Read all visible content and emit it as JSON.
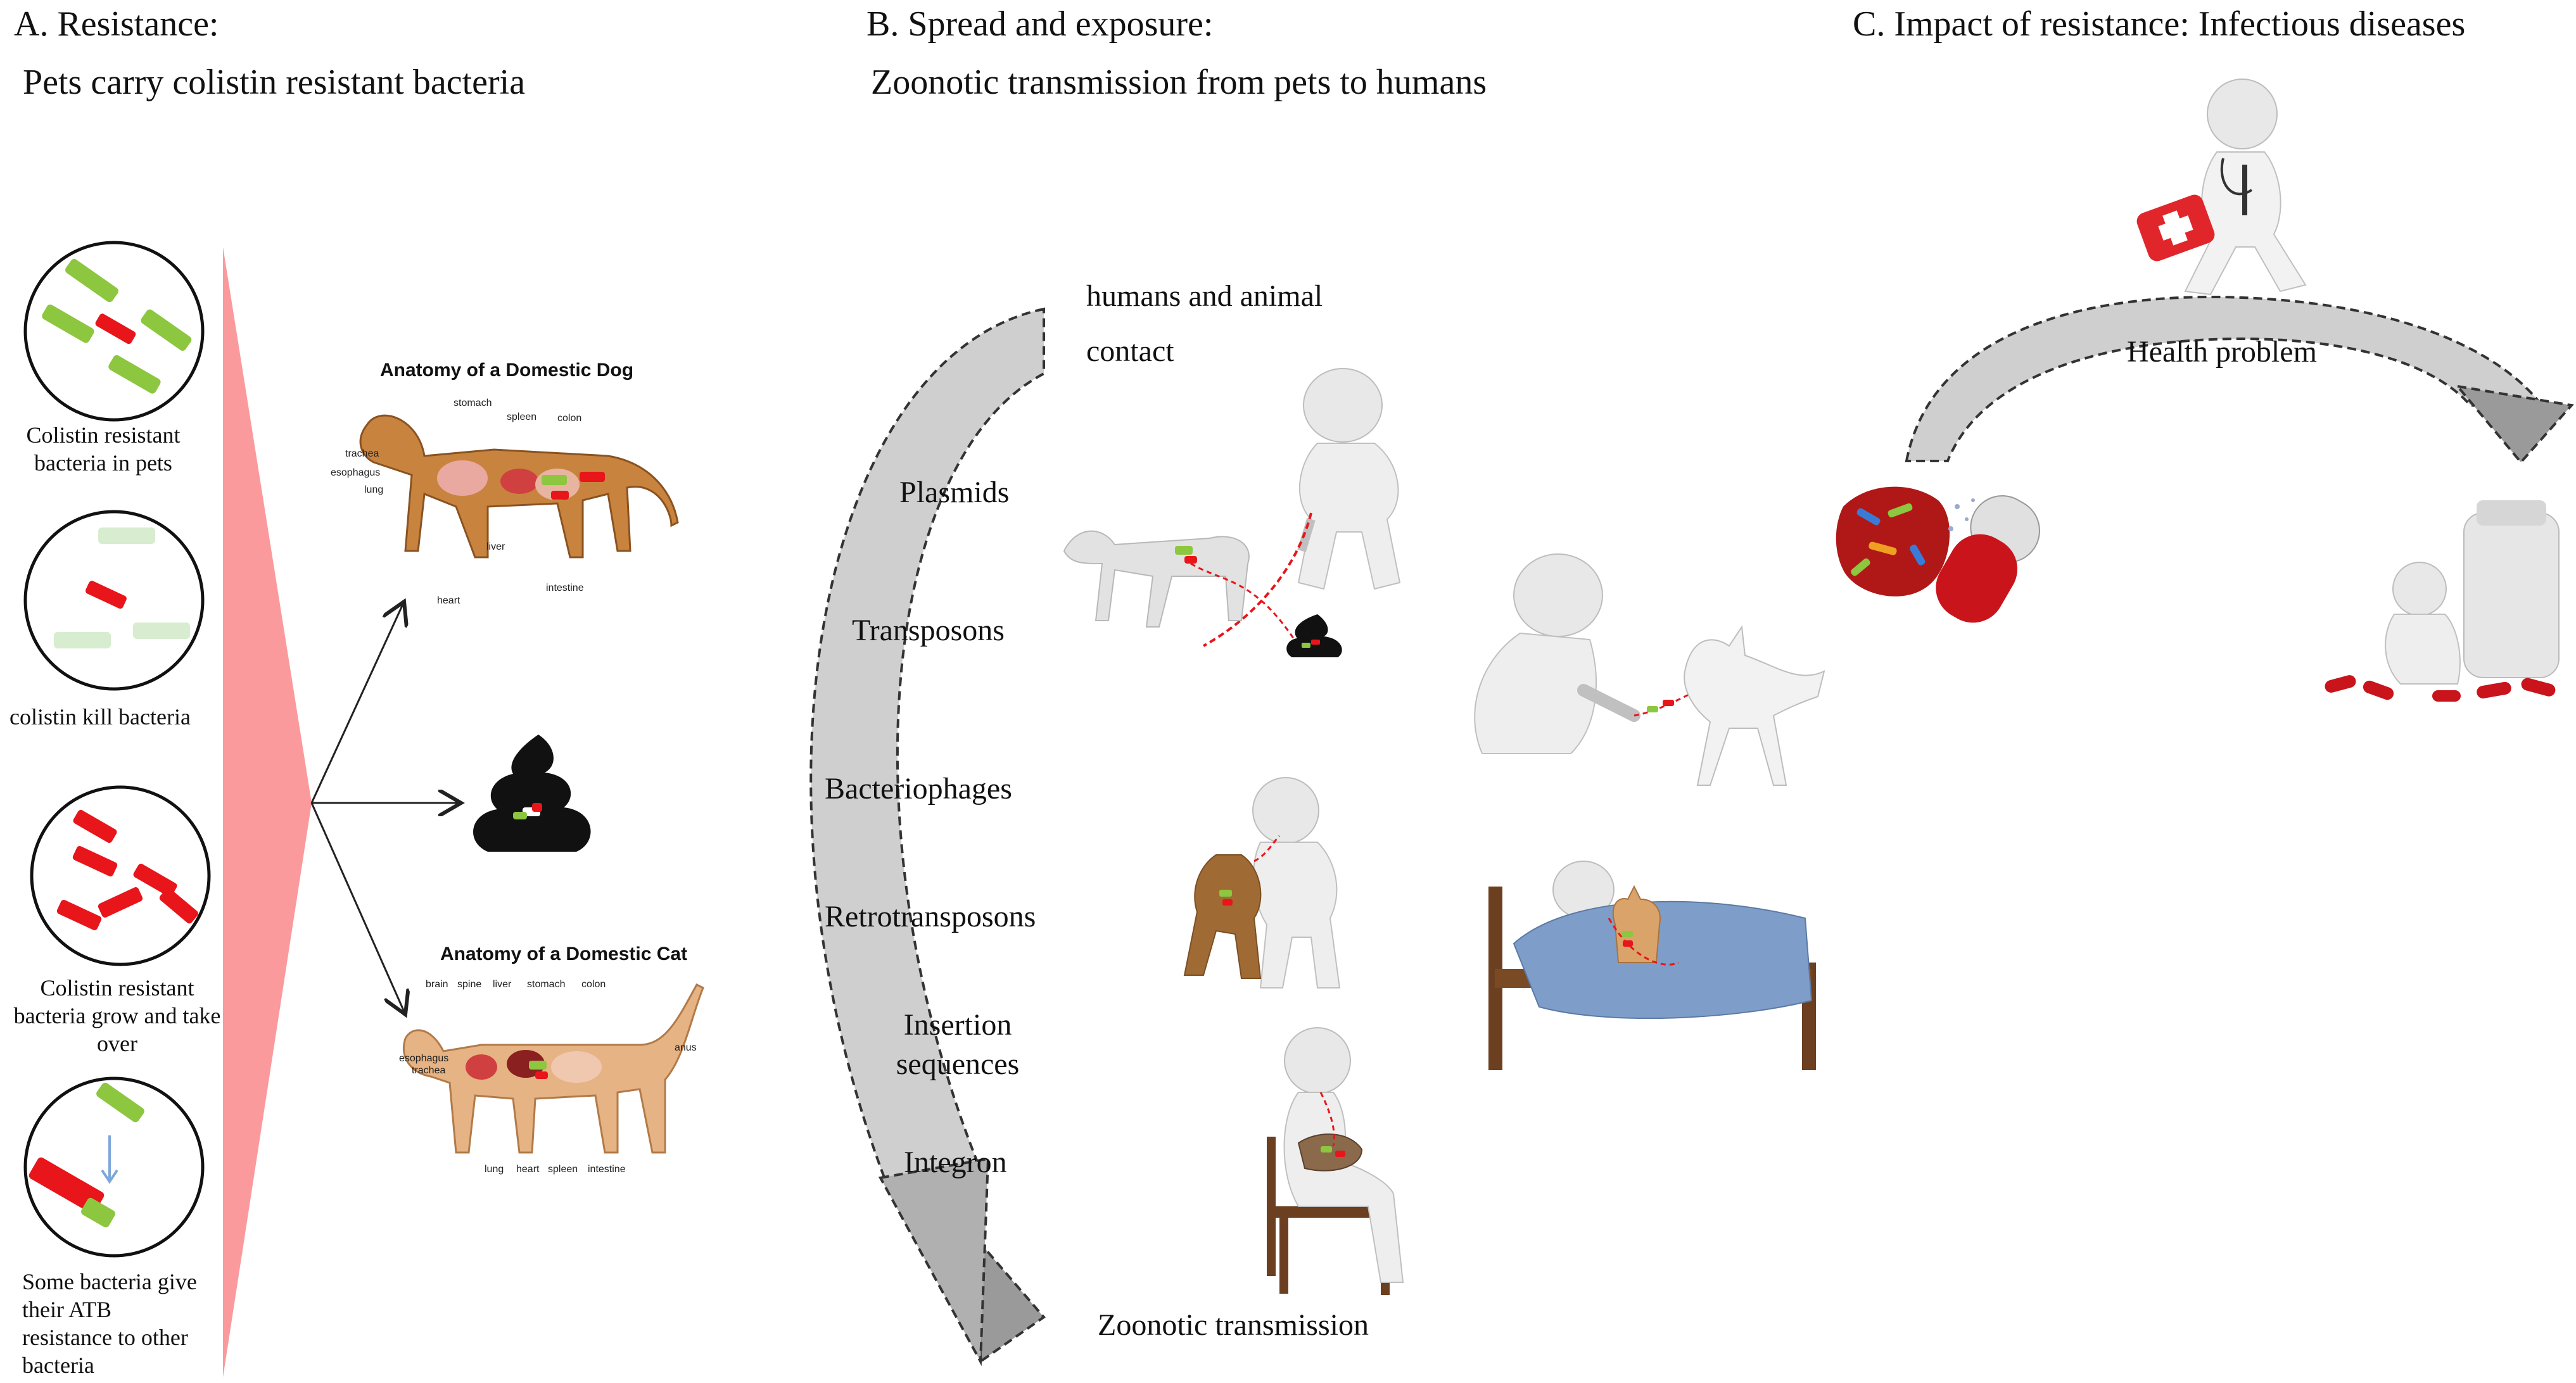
{
  "panelA": {
    "title": "A. Resistance:",
    "subtitle": "Pets carry colistin  resistant bacteria",
    "captions": [
      "Colistin resistant bacteria in pets",
      "colistin kill bacteria",
      "Colistin resistant bacteria  grow and take over",
      "Some bacteria give their ATB resistance to other bacteria"
    ],
    "dog_title": "Anatomy of a Domestic Dog",
    "dog_labels": [
      "stomach",
      "spleen",
      "colon",
      "trachea",
      "esophagus",
      "lung",
      "liver",
      "heart",
      "intestine"
    ],
    "cat_title": "Anatomy of a Domestic Cat",
    "cat_labels": [
      "brain",
      "spine",
      "liver",
      "stomach",
      "colon",
      "anus",
      "esophagus",
      "trachea",
      "lung",
      "heart",
      "spleen",
      "intestine"
    ]
  },
  "panelB": {
    "title": "B. Spread   and exposure:",
    "subtitle": "Zoonotic transmission from pets to humans",
    "contact_line1": "humans and animal",
    "contact_line2": "contact",
    "mechanisms": [
      "Plasmids",
      "Transposons",
      "Bacteriophages",
      "Retrotransposons",
      "Insertion sequences",
      "Integron"
    ],
    "footer": "Zoonotic transmission"
  },
  "panelC": {
    "title": "C. Impact of resistance: Infectious diseases",
    "health": "Health problem"
  },
  "colors": {
    "resistant_green": "#8dc63f",
    "pale_green": "#d8ecd0",
    "bacteria_red": "#e8151b",
    "wedge_pink": "#fb9a9c",
    "arrow_gray": "#b8b8b8",
    "figure_white": "#eeeeee",
    "blanket_blue": "#7e9ec9",
    "bed_brown": "#6b3f20",
    "dog_tan": "#c8843f"
  }
}
